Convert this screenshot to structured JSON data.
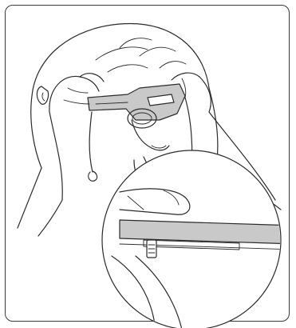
{
  "figure": {
    "subject": "person-fitting-head-mounted-display",
    "style": "black line art with grey-shaded device",
    "colors": {
      "line": "#2b2b2b",
      "device_shade": "#c9c9c9",
      "background": "#ffffff",
      "frame": "#3a3a3a"
    },
    "inset": {
      "shape": "circle",
      "content": "magnified-view-of-hand-on-headband"
    }
  }
}
